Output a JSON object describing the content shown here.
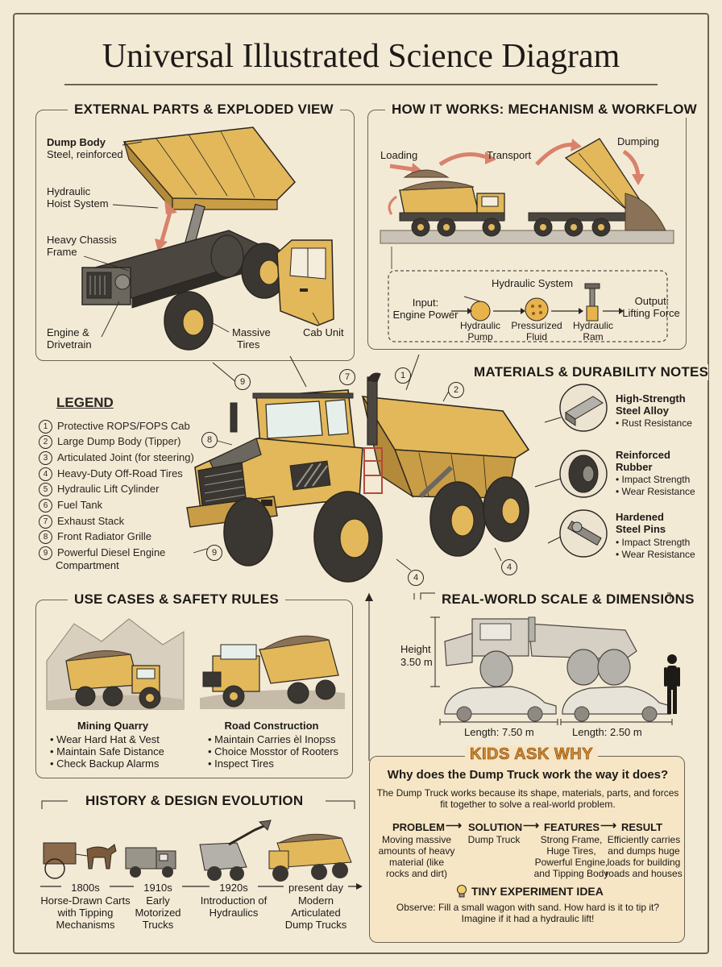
{
  "title": "Universal Illustrated Science Diagram",
  "external": {
    "heading": "EXTERNAL PARTS & EXPLODED VIEW",
    "dump_body": "Dump Body",
    "dump_body_sub": "Steel, reinforced",
    "hoist": "Hydraulic",
    "hoist_2": "Hoist System",
    "chassis": "Heavy Chassis",
    "chassis_2": "Frame",
    "engine": "Engine &",
    "engine_2": "Drivetrain",
    "tires": "Massive",
    "tires_2": "Tires",
    "cab": "Cab Unit"
  },
  "how": {
    "heading": "HOW IT WORKS: MECHANISM & WORKFLOW",
    "loading": "Loading",
    "transport": "Transport",
    "dumping": "Dumping",
    "hyd_title": "Hydraulic System",
    "input": "Input:",
    "input_2": "Engine Power",
    "pump": "Hydraulic",
    "pump_2": "Pump",
    "fluid": "Pressurized",
    "fluid_2": "Fluid",
    "ram": "Hydraulic",
    "ram_2": "Ram",
    "output": "Output:",
    "output_2": "Lifting Force"
  },
  "legend": {
    "heading": "LEGEND",
    "items": [
      {
        "n": "1",
        "t": "Protective ROPS/FOPS Cab"
      },
      {
        "n": "2",
        "t": "Large Dump Body (Tipper)"
      },
      {
        "n": "3",
        "t": "Articulated Joint (for steering)"
      },
      {
        "n": "4",
        "t": "Heavy-Duty Off-Road Tires"
      },
      {
        "n": "5",
        "t": "Hydraulic Lift Cylinder"
      },
      {
        "n": "6",
        "t": "Fuel Tank"
      },
      {
        "n": "7",
        "t": "Exhaust Stack"
      },
      {
        "n": "8",
        "t": "Front Radiator Grille"
      },
      {
        "n": "9",
        "t": "Powerful Diesel Engine"
      }
    ],
    "item9_line2": "Compartment"
  },
  "callouts": [
    "9",
    "7",
    "1",
    "2",
    "8",
    "9",
    "4",
    "4"
  ],
  "materials": {
    "heading": "MATERIALS & DURABILITY NOTES",
    "m1": "High-Strength",
    "m1_2": "Steel Alloy",
    "m1_b1": "• Rust Resistance",
    "m2": "Reinforced",
    "m2_2": "Rubber",
    "m2_b1": "• Impact Strength",
    "m2_b2": "• Wear Resistance",
    "m3": "Hardened",
    "m3_2": "Steel Pins",
    "m3_b1": "• Impact Strength",
    "m3_b2": "• Wear Resistance"
  },
  "use": {
    "heading": "USE CASES & SAFETY RULES",
    "mining": "Mining Quarry",
    "mining_rules": [
      "• Wear Hard Hat & Vest",
      "• Maintain Safe Distance",
      "• Check Backup Alarms"
    ],
    "road": "Road Construction",
    "road_rules": [
      "• Maintain Carries èl Inopss",
      "• Choice Mosstor of Rooters",
      "• Inspect Tires"
    ]
  },
  "scale": {
    "heading": "REAL-WORLD SCALE & DIMENSIONS",
    "height": "Height",
    "height_val": "3.50 m",
    "length1": "Length: 7.50 m",
    "length2": "Length: 2.50 m"
  },
  "history": {
    "heading": "HISTORY & DESIGN EVOLUTION",
    "eras": [
      {
        "year": "1800s",
        "lines": [
          "Horse-Drawn Carts",
          "with Tipping",
          "Mechanisms"
        ]
      },
      {
        "year": "1910s",
        "lines": [
          "Early",
          "Motorized",
          "Trucks"
        ]
      },
      {
        "year": "1920s",
        "lines": [
          "Introduction of",
          "Hydraulics"
        ]
      },
      {
        "year": "present day",
        "lines": [
          "Modern",
          "Articulated",
          "Dump Trucks"
        ]
      }
    ]
  },
  "kids": {
    "banner": "KIDS ASK WHY",
    "question": "Why does the Dump Truck work the way it does?",
    "answer_1": "The Dump Truck works because its shape, materials, parts, and forces",
    "answer_2": "fit together to solve a real-world problem.",
    "problem": "PROBLEM",
    "solution": "SOLUTION",
    "features": "FEATURES",
    "result": "RESULT",
    "problem_txt": [
      "Moving massive",
      "amounts of heavy",
      "material (like",
      "rocks and dirt)"
    ],
    "solution_txt": [
      "Dump Truck"
    ],
    "features_txt": [
      "Strong Frame,",
      "Huge Tires,",
      "Powerful Engine,",
      "and Tipping Body"
    ],
    "result_txt": [
      "Efficiently carries",
      "and dumps huge",
      "loads for building",
      "roads and houses"
    ],
    "exp_title": "TINY EXPERIMENT IDEA",
    "exp_1": "Observe: Fill a small wagon with sand. How hard is it to tip it?",
    "exp_2": "Imagine if it had a hydraulic lift!"
  },
  "colors": {
    "truck_yellow": "#e2b85a",
    "truck_shadow": "#b38a3a",
    "ink": "#2b2620",
    "paper": "#f3ead6",
    "arrow_red": "#d9826b"
  }
}
